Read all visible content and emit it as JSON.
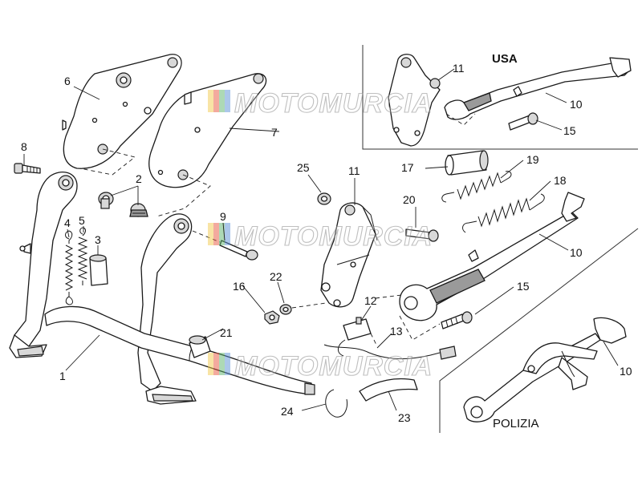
{
  "diagram": {
    "watermark_text": "MOTOMURCIA",
    "watermark_colors": [
      "#f2c94c",
      "#e8553e",
      "#5bb36b",
      "#5a8fd6"
    ],
    "sections": {
      "usa": "USA",
      "polizia": "POLIZIA"
    },
    "callouts": {
      "c1": "1",
      "c2": "2",
      "c3": "3",
      "c4": "4",
      "c5": "5",
      "c6": "6",
      "c7": "7",
      "c8": "8",
      "c9": "9",
      "c10_main": "10",
      "c10_usa": "10",
      "c10_pol": "10",
      "c11_main": "11",
      "c11_usa": "11",
      "c12": "12",
      "c13": "13",
      "c15_main": "15",
      "c15_usa": "15",
      "c16": "16",
      "c17": "17",
      "c18": "18",
      "c19": "19",
      "c20": "20",
      "c21": "21",
      "c22": "22",
      "c23": "23",
      "c24": "24",
      "c25": "25"
    }
  }
}
